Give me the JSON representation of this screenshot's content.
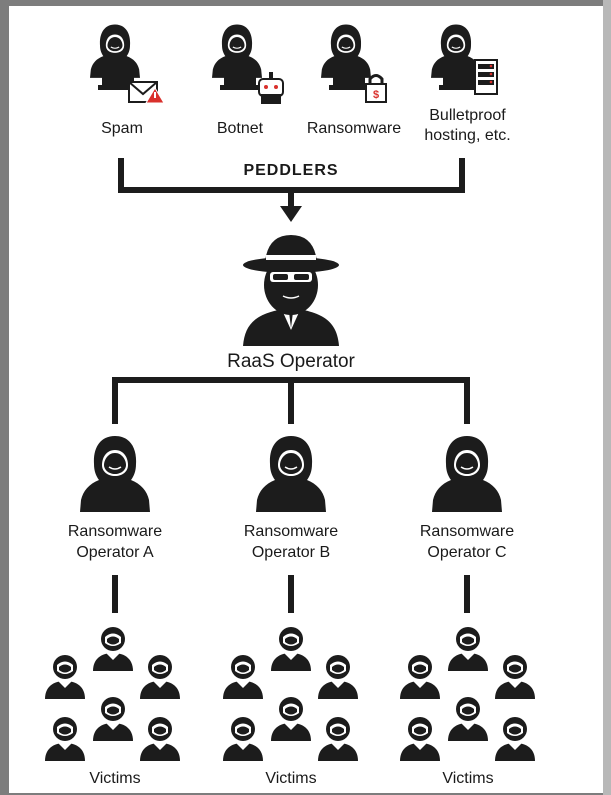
{
  "peddlers": {
    "label": "PEDDLERS",
    "items": [
      {
        "label": "Spam",
        "icon": "envelope-warning-icon"
      },
      {
        "label": "Botnet",
        "icon": "robot-icon"
      },
      {
        "label": "Ransomware",
        "icon": "padlock-icon"
      },
      {
        "label": "Bulletproof\nhosting, etc.",
        "icon": "server-icon"
      }
    ]
  },
  "raas": {
    "label": "RaaS Operator",
    "icon": "spy-icon"
  },
  "operators": [
    {
      "label": "Ransomware\nOperator A"
    },
    {
      "label": "Ransomware\nOperator B"
    },
    {
      "label": "Ransomware\nOperator C"
    }
  ],
  "victims": [
    {
      "label": "Victims"
    },
    {
      "label": "Victims"
    },
    {
      "label": "Victims"
    }
  ],
  "colors": {
    "ink": "#1c1c1c",
    "frame": "#7d7d7d",
    "accent": "#d9302c"
  }
}
